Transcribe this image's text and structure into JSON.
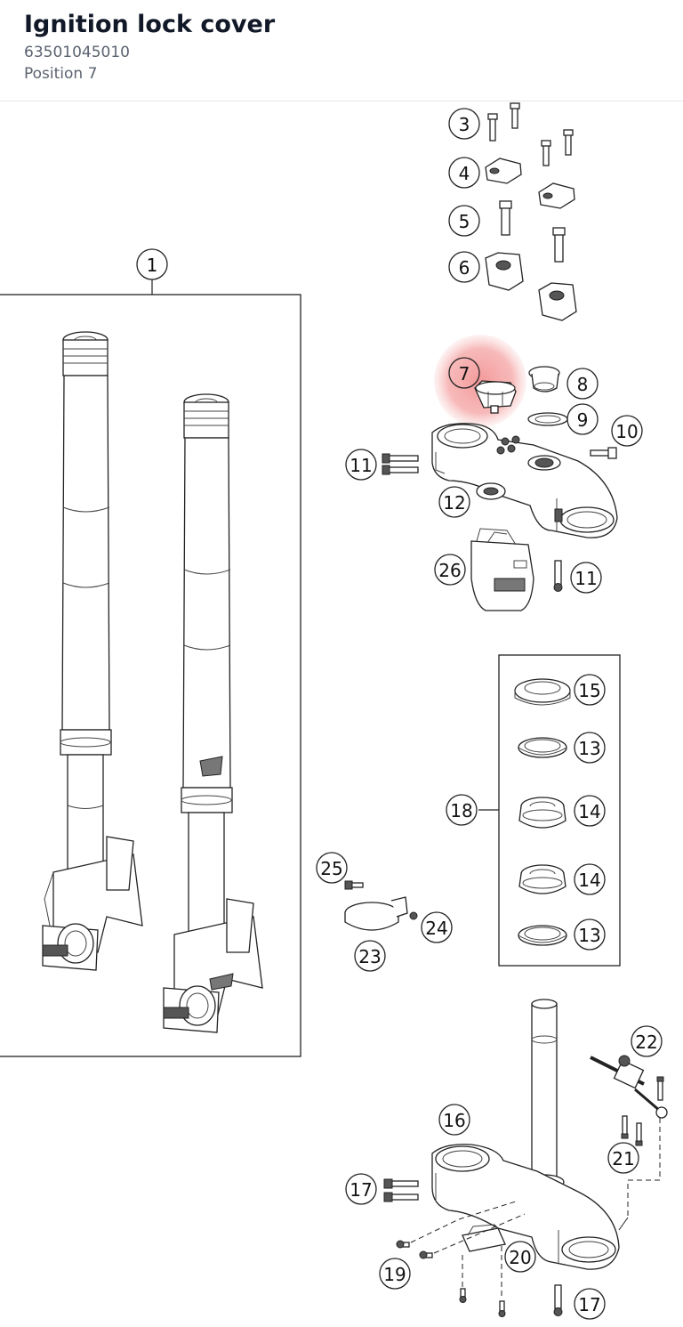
{
  "part": {
    "name": "Ignition lock cover",
    "number": "63501045010",
    "position": "Position 7"
  },
  "diagram": {
    "highlight_color": "#f28b8b",
    "callouts": {
      "c1": "1",
      "c3": "3",
      "c4": "4",
      "c5": "5",
      "c6": "6",
      "c7": "7",
      "c8": "8",
      "c9": "9",
      "c10": "10",
      "c11a": "11",
      "c11b": "11",
      "c12": "12",
      "c26": "26",
      "c15": "15",
      "c13a": "13",
      "c18": "18",
      "c14a": "14",
      "c14b": "14",
      "c13b": "13",
      "c25": "25",
      "c24": "24",
      "c23": "23",
      "c22": "22",
      "c16": "16",
      "c21": "21",
      "c17a": "17",
      "c20": "20",
      "c19": "19",
      "c17b": "17"
    }
  }
}
